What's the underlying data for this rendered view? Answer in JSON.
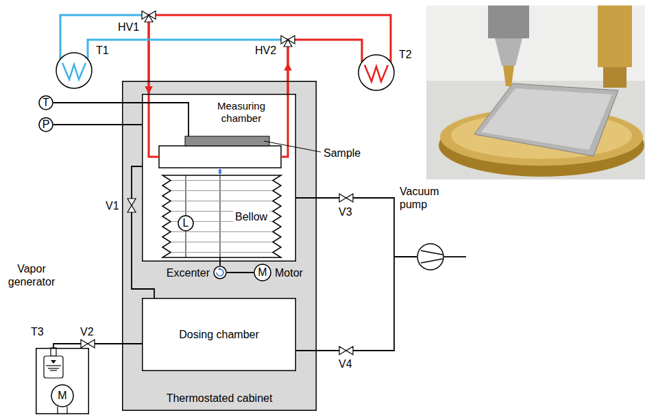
{
  "diagram": {
    "nodes": [
      {
        "text": [
          "T1"
        ]
      },
      {
        "text": [
          "T2"
        ]
      },
      {
        "text": [
          "T"
        ]
      },
      {
        "text": [
          "P"
        ]
      },
      {
        "text": [
          "Thermostated cabinet"
        ]
      },
      {
        "text": [
          "Measuring chamber"
        ],
        "in": 4
      },
      {
        "text": [
          "Bellow"
        ],
        "in": 5
      },
      {
        "text": [
          "L"
        ],
        "in": 6
      },
      {
        "text": [
          "Excenter"
        ],
        "in": 4
      },
      {
        "text": [
          "M",
          "Motor"
        ],
        "in": 4
      },
      {
        "text": [
          "Dosing chamber"
        ],
        "in": 4
      },
      {
        "text": [
          "Vacuum pump"
        ]
      },
      {
        "text": [
          "Vapor generator"
        ]
      },
      {
        "text": [
          "M"
        ],
        "in": 12
      }
    ],
    "edges": [
      {
        "from": 0,
        "to": 5,
        "arrow": "to"
      },
      {
        "from": 1,
        "to": 5,
        "arrow": "to"
      },
      {
        "from": 5,
        "to": 0,
        "arrow": "to"
      },
      {
        "from": 5,
        "to": 1,
        "arrow": "to"
      },
      {
        "from": 2,
        "to": 5,
        "arrow": "none"
      },
      {
        "from": 3,
        "to": 5,
        "arrow": "none"
      },
      {
        "from": 5,
        "to": 10,
        "arrow": "none"
      },
      {
        "from": 5,
        "to": 11,
        "arrow": "none"
      },
      {
        "from": 10,
        "to": 11,
        "arrow": "none"
      },
      {
        "from": 12,
        "to": 10,
        "arrow": "none"
      },
      {
        "from": 6,
        "to": 8,
        "arrow": "none"
      },
      {
        "from": 8,
        "to": 9,
        "arrow": "none"
      }
    ],
    "labels": [
      "HV1",
      "HV2",
      "Sample",
      "V1",
      "V2",
      "V3",
      "V4",
      "T3"
    ]
  }
}
